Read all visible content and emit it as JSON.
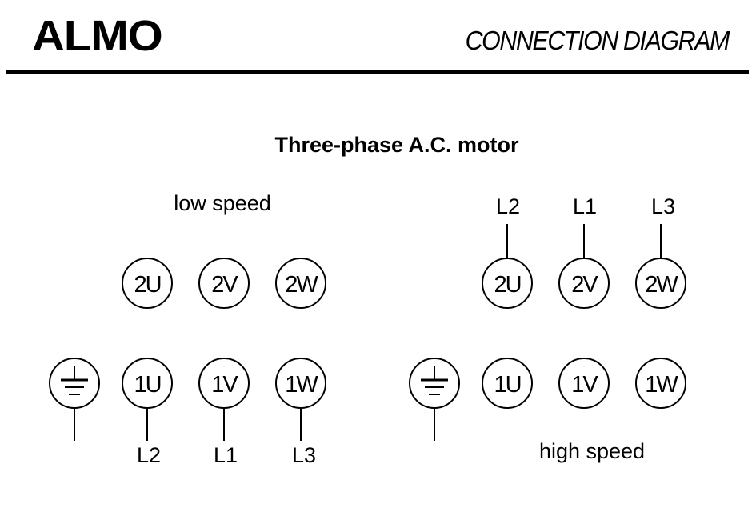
{
  "header": {
    "brand": "ALMO",
    "document_title": "CONNECTION DIAGRAM"
  },
  "diagram": {
    "title": "Three-phase A.C. motor",
    "low_speed": {
      "label": "low speed",
      "top_terminals": [
        "2U",
        "2V",
        "2W"
      ],
      "bottom_terminals": [
        "1U",
        "1V",
        "1W"
      ],
      "bottom_lines": [
        "L2",
        "L1",
        "L3"
      ],
      "ground": "earth-ground"
    },
    "high_speed": {
      "label": "high speed",
      "top_terminals": [
        "2U",
        "2V",
        "2W"
      ],
      "top_lines": [
        "L2",
        "L1",
        "L3"
      ],
      "bottom_terminals": [
        "1U",
        "1V",
        "1W"
      ],
      "ground": "earth-ground"
    }
  }
}
